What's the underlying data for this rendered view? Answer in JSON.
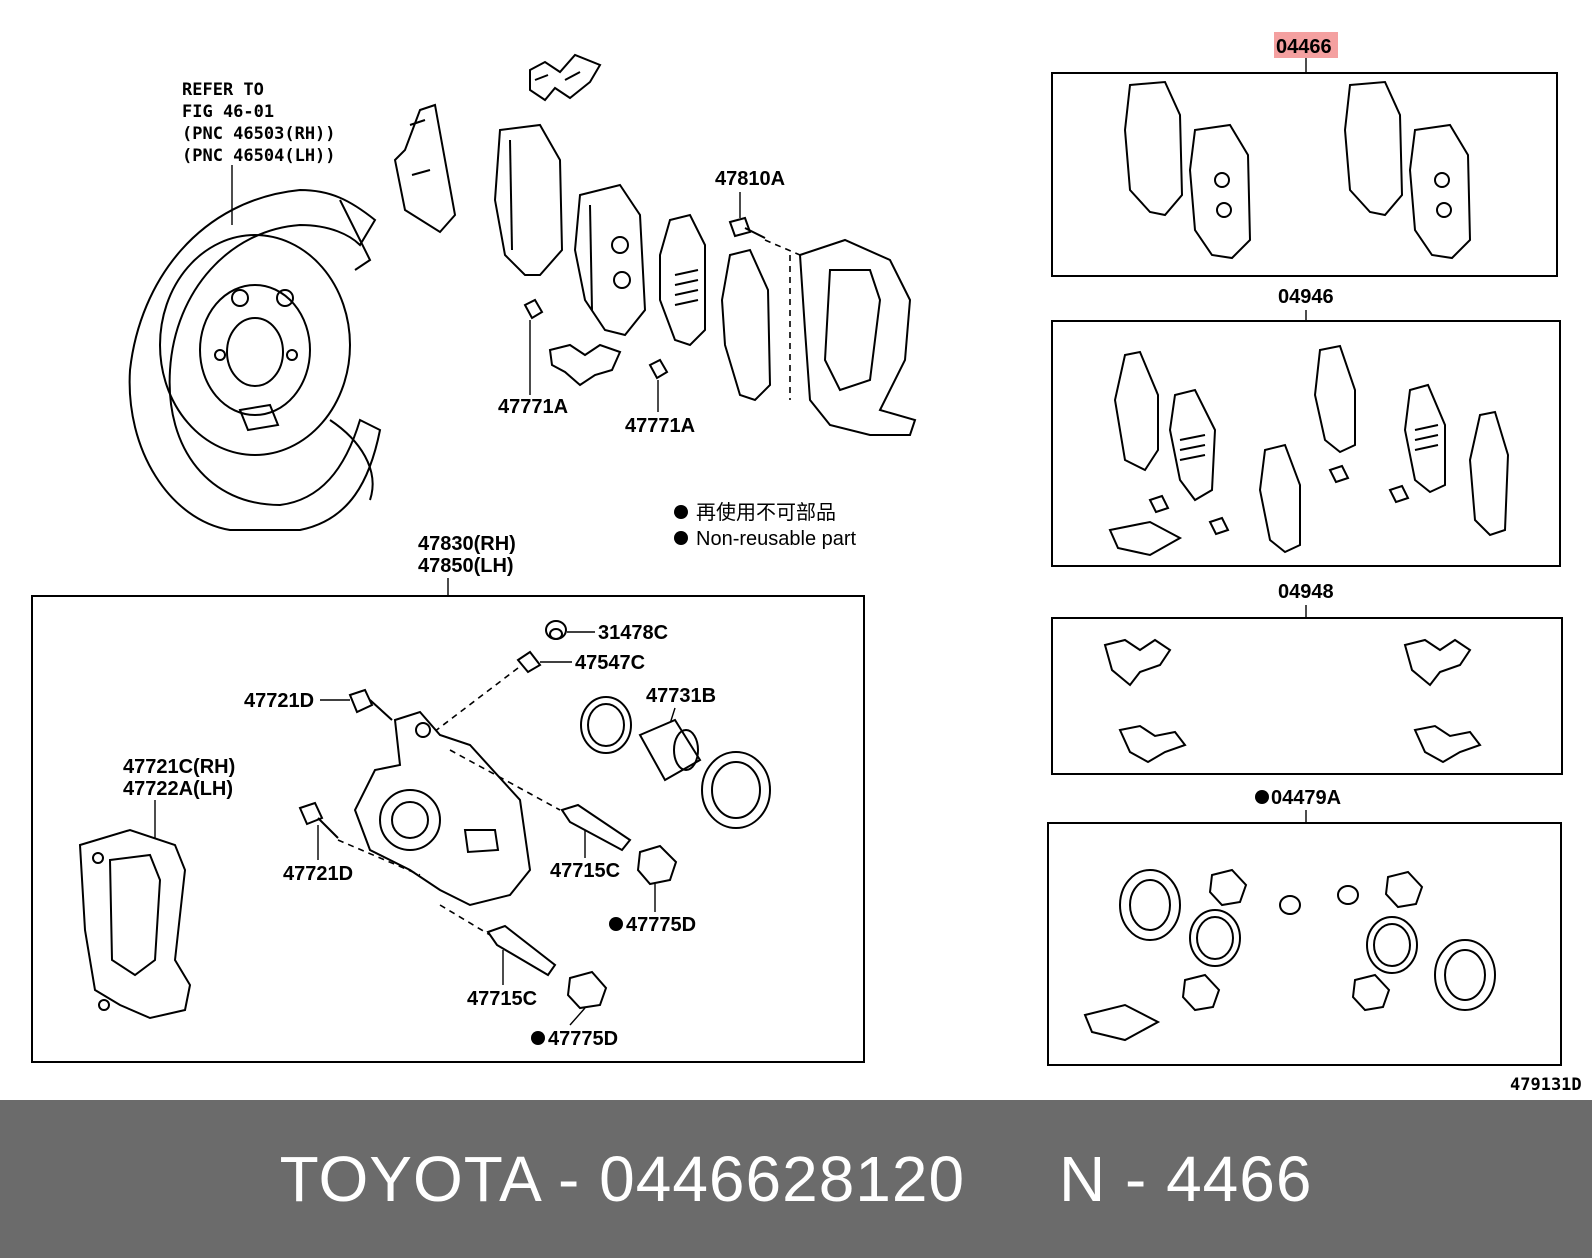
{
  "refer_note": {
    "line1": "REFER TO",
    "line2": "FIG 46-01",
    "line3": "(PNC 46503(RH))",
    "line4": "(PNC 46504(LH))"
  },
  "labels": {
    "p47810A": "47810A",
    "p47771A_1": "47771A",
    "p47771A_2": "47771A",
    "caliper_rh": "47830(RH)",
    "caliper_lh": "47850(LH)",
    "p31478C": "31478C",
    "p47547C": "47547C",
    "p47721D_1": "47721D",
    "p47721D_2": "47721D",
    "p47731B": "47731B",
    "mount_rh": "47721C(RH)",
    "mount_lh": "47722A(LH)",
    "p47715C_1": "47715C",
    "p47715C_2": "47715C",
    "p47775D_1": "47775D",
    "p47775D_2": "47775D",
    "kit_04466": "04466",
    "kit_04946": "04946",
    "kit_04948": "04948",
    "kit_04479A": "04479A",
    "figure_code": "479131D"
  },
  "legend": {
    "jp": "再使用不可部品",
    "en": "Non-reusable part"
  },
  "footer": {
    "text": "TOYOTA - 0446628120     N - 4466"
  },
  "colors": {
    "highlight": "#f4a0a0",
    "footer_bg": "#6b6b6b",
    "footer_text": "#ffffff"
  }
}
